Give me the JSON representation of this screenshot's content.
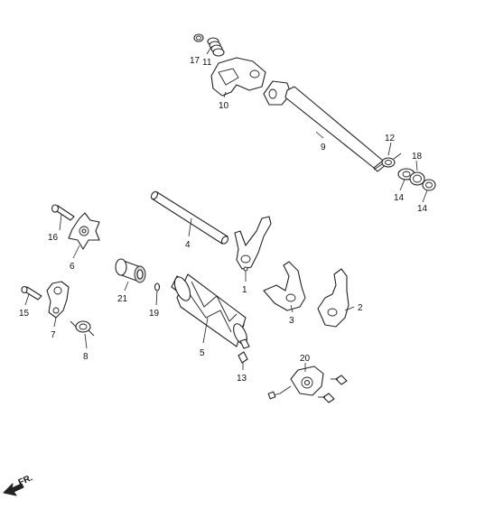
{
  "callouts": [
    {
      "id": "c1",
      "text": "1"
    },
    {
      "id": "c2",
      "text": "2"
    },
    {
      "id": "c3",
      "text": "3"
    },
    {
      "id": "c4",
      "text": "4"
    },
    {
      "id": "c5",
      "text": "5"
    },
    {
      "id": "c6",
      "text": "6"
    },
    {
      "id": "c7",
      "text": "7"
    },
    {
      "id": "c8",
      "text": "8"
    },
    {
      "id": "c9",
      "text": "9"
    },
    {
      "id": "c10",
      "text": "10"
    },
    {
      "id": "c11",
      "text": "11"
    },
    {
      "id": "c12",
      "text": "12"
    },
    {
      "id": "c13",
      "text": "13"
    },
    {
      "id": "c14a",
      "text": "14"
    },
    {
      "id": "c14b",
      "text": "14"
    },
    {
      "id": "c15",
      "text": "15"
    },
    {
      "id": "c16",
      "text": "16"
    },
    {
      "id": "c17",
      "text": "17"
    },
    {
      "id": "c18",
      "text": "18"
    },
    {
      "id": "c19",
      "text": "19"
    },
    {
      "id": "c20",
      "text": "20"
    },
    {
      "id": "c21",
      "text": "21"
    }
  ],
  "direction": {
    "label": "FR."
  }
}
